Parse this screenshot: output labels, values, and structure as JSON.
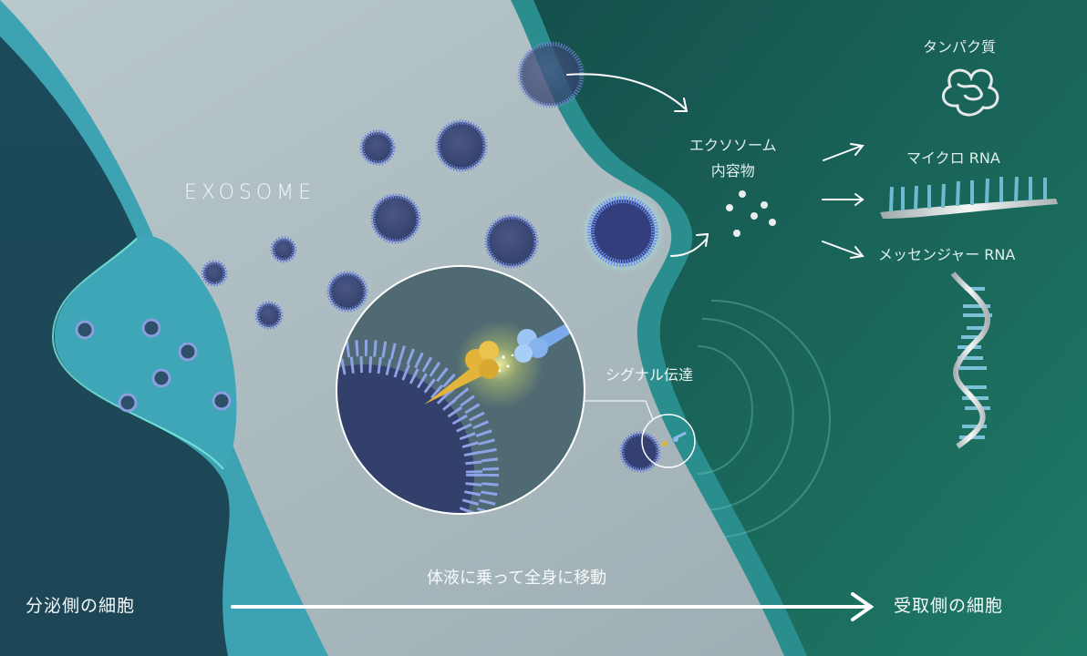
{
  "title": "EXOSOME",
  "labels": {
    "contents_line1": "エクソソーム",
    "contents_line2": "内容物",
    "protein": "タンパク質",
    "micro_rna": "マイクロ RNA",
    "messenger_rna": "メッセンジャー RNA",
    "signal_transduction": "シグナル伝達",
    "movement": "体液に乗って全身に移動",
    "secreting_cell": "分泌側の細胞",
    "receiving_cell": "受取側の細胞"
  },
  "colors": {
    "secreting_cell_dark": "#1c4a5c",
    "secreting_membrane": "#3a9cae",
    "extracellular_fluid": "#a8b8bc",
    "receiving_cell": "#17594f",
    "receiving_membrane": "#2b8a8a",
    "exosome_core": "#3e4a78",
    "exosome_membrane": "#6f86d6",
    "ligand_yellow": "#e2b53a",
    "receptor_blue": "#8fbaf0",
    "text": "#f2f7f7"
  }
}
